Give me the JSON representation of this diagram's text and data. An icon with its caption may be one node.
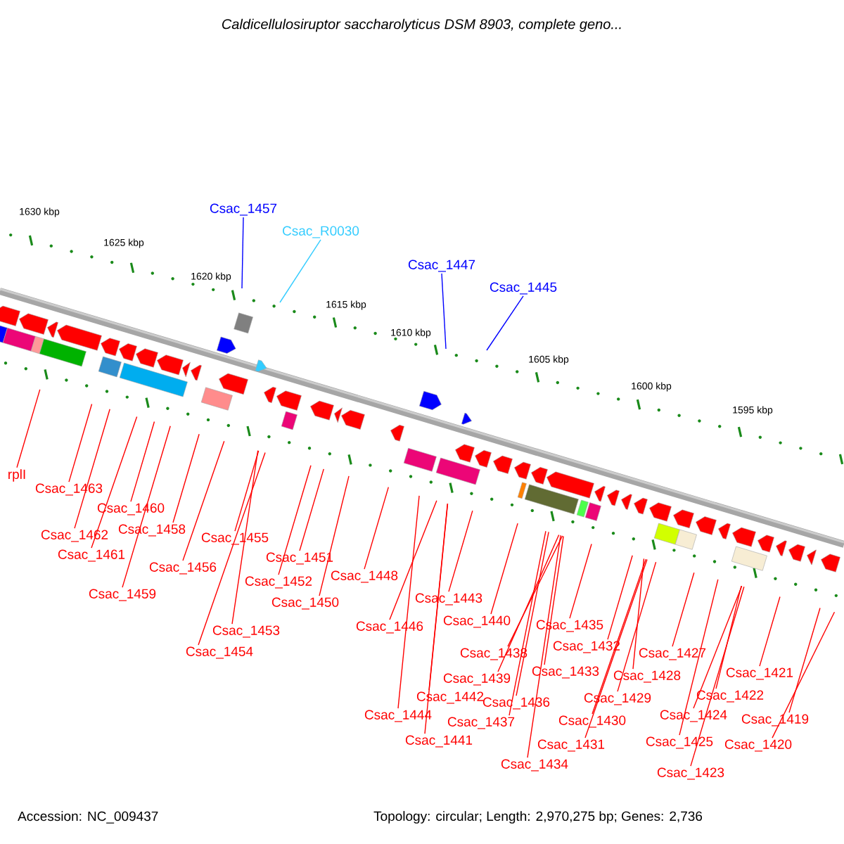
{
  "diagram": {
    "title": "Caldicellulosiruptor saccharolyticus DSM 8903, complete geno...",
    "nodes": [
      {
        "text": [
          "Csac_1457"
        ]
      },
      {
        "text": [
          "Csac_R0030"
        ]
      },
      {
        "text": [
          "Csac_1447"
        ]
      },
      {
        "text": [
          "Csac_1445"
        ]
      },
      {
        "text": [
          "rplI"
        ]
      },
      {
        "text": [
          "Csac_1463"
        ]
      },
      {
        "text": [
          "Csac_1462"
        ]
      },
      {
        "text": [
          "Csac_1461"
        ]
      },
      {
        "text": [
          "Csac_1460"
        ]
      },
      {
        "text": [
          "Csac_1459"
        ]
      },
      {
        "text": [
          "Csac_1458"
        ]
      },
      {
        "text": [
          "Csac_1456"
        ]
      },
      {
        "text": [
          "Csac_1455"
        ]
      },
      {
        "text": [
          "Csac_1454"
        ]
      },
      {
        "text": [
          "Csac_1453"
        ]
      },
      {
        "text": [
          "Csac_1452"
        ]
      },
      {
        "text": [
          "Csac_1451"
        ]
      },
      {
        "text": [
          "Csac_1450"
        ]
      },
      {
        "text": [
          "Csac_1448"
        ]
      },
      {
        "text": [
          "Csac_1446"
        ]
      },
      {
        "text": [
          "Csac_1443"
        ]
      },
      {
        "text": [
          "Csac_1440"
        ]
      },
      {
        "text": [
          "Csac_1438"
        ]
      },
      {
        "text": [
          "Csac_1439"
        ]
      },
      {
        "text": [
          "Csac_1442"
        ]
      },
      {
        "text": [
          "Csac_1444"
        ]
      },
      {
        "text": [
          "Csac_1437"
        ]
      },
      {
        "text": [
          "Csac_1441"
        ]
      },
      {
        "text": [
          "Csac_1436"
        ]
      },
      {
        "text": [
          "Csac_1435"
        ]
      },
      {
        "text": [
          "Csac_1432"
        ]
      },
      {
        "text": [
          "Csac_1433"
        ]
      },
      {
        "text": [
          "Csac_1431"
        ]
      },
      {
        "text": [
          "Csac_1434"
        ]
      },
      {
        "text": [
          "Csac_1430"
        ]
      },
      {
        "text": [
          "Csac_1429"
        ]
      },
      {
        "text": [
          "Csac_1428"
        ]
      },
      {
        "text": [
          "Csac_1427"
        ]
      },
      {
        "text": [
          "Csac_1424"
        ]
      },
      {
        "text": [
          "Csac_1425"
        ]
      },
      {
        "text": [
          "Csac_1423"
        ]
      },
      {
        "text": [
          "Csac_1422"
        ]
      },
      {
        "text": [
          "Csac_1421"
        ]
      },
      {
        "text": [
          "Csac_1420"
        ]
      },
      {
        "text": [
          "Csac_1419"
        ]
      }
    ],
    "edges": [
      {
        "from": 0,
        "to": null,
        "arrow": "none",
        "color": "#0000ff"
      },
      {
        "from": 1,
        "to": null,
        "arrow": "none",
        "color": "#33ccff"
      },
      {
        "from": 2,
        "to": null,
        "arrow": "none",
        "color": "#0000ff"
      },
      {
        "from": 3,
        "to": null,
        "arrow": "none",
        "color": "#0000ff"
      },
      {
        "from": 4,
        "to": null,
        "arrow": "none"
      },
      {
        "from": 5,
        "to": null,
        "arrow": "none"
      },
      {
        "from": 6,
        "to": null,
        "arrow": "none"
      },
      {
        "from": 7,
        "to": null,
        "arrow": "none"
      },
      {
        "from": 8,
        "to": null,
        "arrow": "none"
      },
      {
        "from": 9,
        "to": null,
        "arrow": "none"
      },
      {
        "from": 10,
        "to": null,
        "arrow": "none"
      },
      {
        "from": 11,
        "to": null,
        "arrow": "none"
      },
      {
        "from": 12,
        "to": null,
        "arrow": "none"
      },
      {
        "from": 13,
        "to": null,
        "arrow": "none"
      },
      {
        "from": 14,
        "to": null,
        "arrow": "none"
      },
      {
        "from": 15,
        "to": null,
        "arrow": "none"
      },
      {
        "from": 16,
        "to": null,
        "arrow": "none"
      },
      {
        "from": 17,
        "to": null,
        "arrow": "none"
      },
      {
        "from": 18,
        "to": null,
        "arrow": "none"
      },
      {
        "from": 19,
        "to": null,
        "arrow": "none"
      },
      {
        "from": 20,
        "to": null,
        "arrow": "none"
      },
      {
        "from": 21,
        "to": null,
        "arrow": "none"
      },
      {
        "from": 22,
        "to": null,
        "arrow": "none"
      },
      {
        "from": 23,
        "to": null,
        "arrow": "none"
      },
      {
        "from": 24,
        "to": null,
        "arrow": "none"
      },
      {
        "from": 25,
        "to": null,
        "arrow": "none"
      },
      {
        "from": 26,
        "to": null,
        "arrow": "none"
      },
      {
        "from": 27,
        "to": null,
        "arrow": "none"
      },
      {
        "from": 28,
        "to": null,
        "arrow": "none"
      },
      {
        "from": 29,
        "to": null,
        "arrow": "none"
      },
      {
        "from": 30,
        "to": null,
        "arrow": "none"
      },
      {
        "from": 31,
        "to": null,
        "arrow": "none"
      },
      {
        "from": 32,
        "to": null,
        "arrow": "none"
      },
      {
        "from": 33,
        "to": null,
        "arrow": "none"
      },
      {
        "from": 34,
        "to": null,
        "arrow": "none"
      },
      {
        "from": 35,
        "to": null,
        "arrow": "none"
      },
      {
        "from": 36,
        "to": null,
        "arrow": "none"
      },
      {
        "from": 37,
        "to": null,
        "arrow": "none"
      },
      {
        "from": 38,
        "to": null,
        "arrow": "none"
      },
      {
        "from": 39,
        "to": null,
        "arrow": "none"
      },
      {
        "from": 40,
        "to": null,
        "arrow": "none"
      },
      {
        "from": 41,
        "to": null,
        "arrow": "none"
      },
      {
        "from": 42,
        "to": null,
        "arrow": "none"
      },
      {
        "from": 43,
        "to": null,
        "arrow": "none"
      },
      {
        "from": 44,
        "to": null,
        "arrow": "none"
      }
    ],
    "labels": [
      "1630 kbp",
      "1625 kbp",
      "1620 kbp",
      "1615 kbp",
      "1610 kbp",
      "1605 kbp",
      "1600 kbp",
      "1595 kbp",
      "Accession: NC_009437",
      "Topology: circular; Length: 2,970,275 bp; Genes: 2,736"
    ]
  }
}
